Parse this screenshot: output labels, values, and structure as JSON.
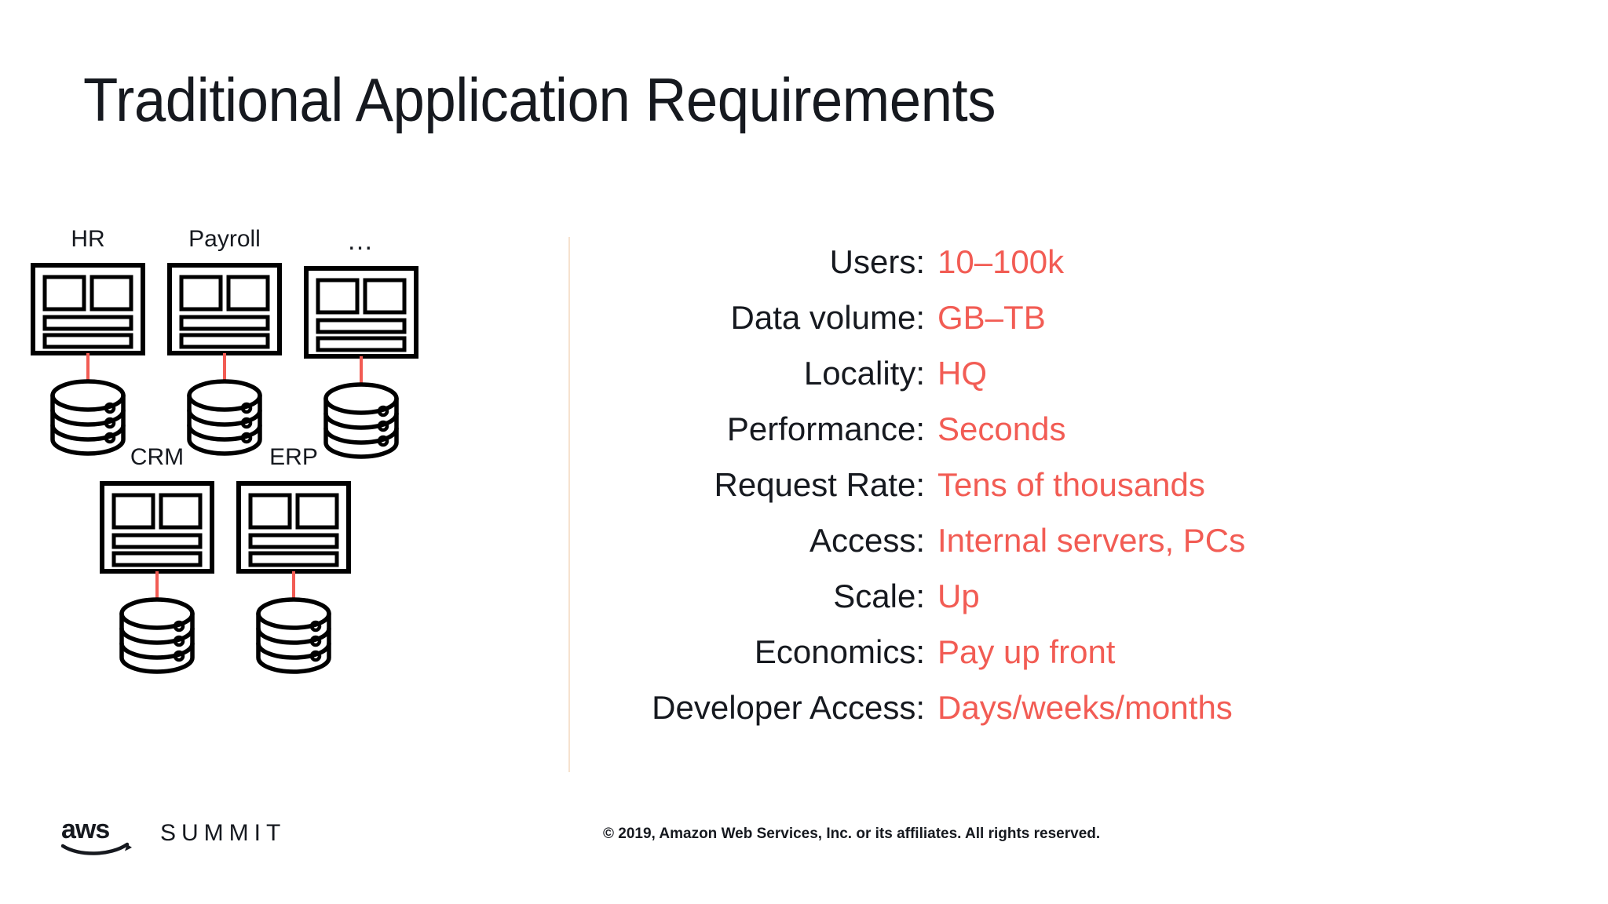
{
  "slide": {
    "title": "Traditional Application Requirements",
    "background_color": "#ffffff",
    "accent_color": "#f25c54",
    "text_color": "#16191f",
    "divider_color": "#f6e2cf"
  },
  "diagram": {
    "name": "traditional-applications-diagram",
    "apps": [
      {
        "label": "HR",
        "icon": "application-window-icon",
        "database_icon": "database-cylinder-icon",
        "row": 1,
        "col": 1
      },
      {
        "label": "Payroll",
        "icon": "application-window-icon",
        "database_icon": "database-cylinder-icon",
        "row": 1,
        "col": 2
      },
      {
        "label": "…",
        "icon": "application-window-icon",
        "database_icon": "database-cylinder-icon",
        "row": 1,
        "col": 3
      },
      {
        "label": "CRM",
        "icon": "application-window-icon",
        "database_icon": "database-cylinder-icon",
        "row": 2,
        "col": 1
      },
      {
        "label": "ERP",
        "icon": "application-window-icon",
        "database_icon": "database-cylinder-icon",
        "row": 2,
        "col": 2
      }
    ]
  },
  "requirements": {
    "rows": [
      {
        "label": "Users:",
        "value": "10–100k"
      },
      {
        "label": "Data volume:",
        "value": "GB–TB"
      },
      {
        "label": "Locality:",
        "value": "HQ"
      },
      {
        "label": "Performance:",
        "value": "Seconds"
      },
      {
        "label": "Request Rate:",
        "value": "Tens of thousands"
      },
      {
        "label": "Access:",
        "value": "Internal servers, PCs"
      },
      {
        "label": "Scale:",
        "value": "Up"
      },
      {
        "label": "Economics:",
        "value": "Pay up front"
      },
      {
        "label": "Developer Access:",
        "value": "Days/weeks/months"
      }
    ]
  },
  "footer": {
    "logo_wordmark": "aws",
    "logo_event": "SUMMIT",
    "copyright": "© 2019, Amazon Web Services, Inc. or its affiliates. All rights reserved."
  }
}
